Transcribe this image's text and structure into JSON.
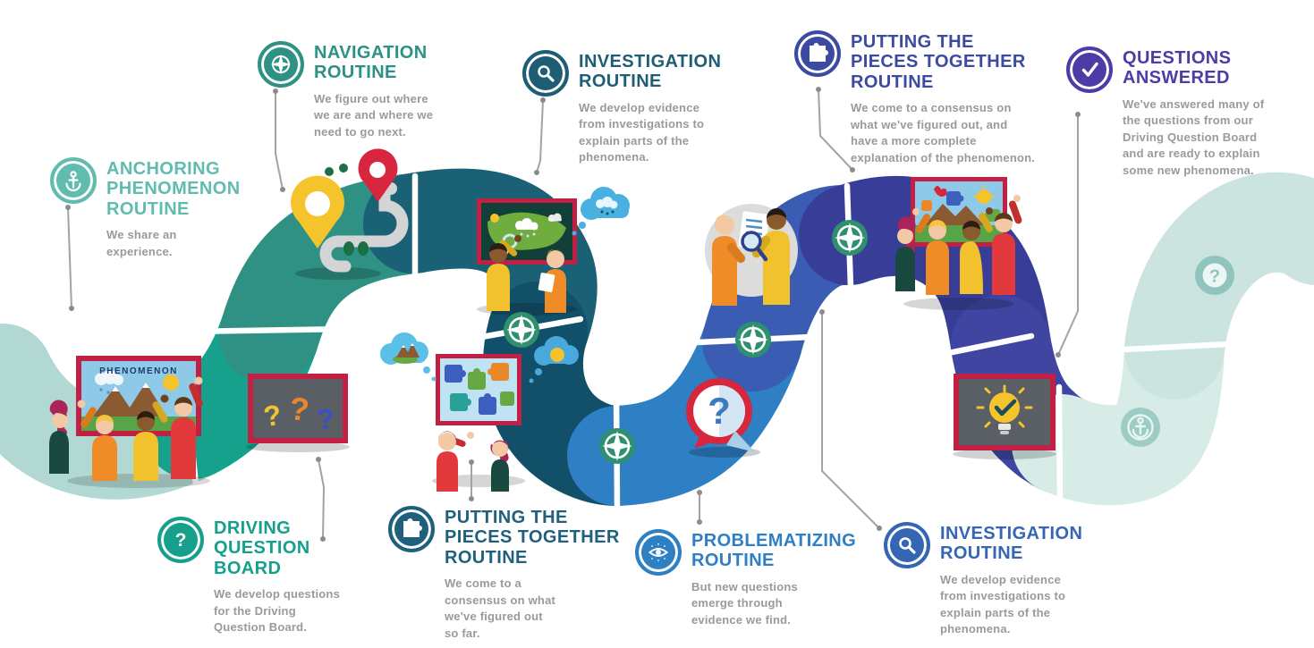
{
  "routines": [
    {
      "id": "anchoring-phenomenon",
      "title": "ANCHORING\nPHENOMENON\nROUTINE",
      "description": "We share an\nexperience.",
      "color": "#60bcae",
      "icon": "anchor-icon"
    },
    {
      "id": "navigation",
      "title": "NAVIGATION\nROUTINE",
      "description": "We figure out where\nwe are and where we\nneed to go next.",
      "color": "#2d9183",
      "icon": "compass-icon"
    },
    {
      "id": "investigation-top",
      "title": "INVESTIGATION\nROUTINE",
      "description": "We develop evidence\nfrom investigations to\nexplain parts of the\nphenomena.",
      "color": "#1d5e75",
      "icon": "magnifier-icon"
    },
    {
      "id": "putting-pieces-together-top",
      "title": "PUTTING THE\nPIECES TOGETHER\nROUTINE",
      "description": "We come to a consensus on\nwhat we've figured out, and\nhave a more complete\nexplanation of the phenomenon.",
      "color": "#3c4aa2",
      "icon": "puzzle-icon"
    },
    {
      "id": "questions-answered",
      "title": "QUESTIONS\nANSWERED",
      "description": "We've answered many of\nthe questions from our\nDriving Question Board\nand are ready to explain\nsome new phenomena.",
      "color": "#4c3da6",
      "icon": "check-icon"
    },
    {
      "id": "driving-question-board",
      "title": "DRIVING\nQUESTION\nBOARD",
      "description": "We develop questions\nfor the Driving\nQuestion Board.",
      "color": "#16a08c",
      "icon": "question-icon"
    },
    {
      "id": "putting-pieces-together-bottom",
      "title": "PUTTING THE\nPIECES TOGETHER\nROUTINE",
      "description": "We come to a\nconsensus on what\nwe've figured out\nso far.",
      "color": "#21607d",
      "icon": "puzzle-icon"
    },
    {
      "id": "problematizing",
      "title": "PROBLEMATIZING\nROUTINE",
      "description": "But new questions\nemerge through\nevidence we find.",
      "color": "#2e7fc4",
      "icon": "eye-icon"
    },
    {
      "id": "investigation-bottom",
      "title": "INVESTIGATION\nROUTINE",
      "description": "We develop evidence\nfrom investigations to\nexplain parts of the\nphenomena.",
      "color": "#3566b3",
      "icon": "magnifier-icon"
    }
  ],
  "glyphs": {
    "question": "?",
    "check": "✔",
    "anchor": "⚓"
  },
  "boards": {
    "phenomenon_label": "PHENOMENON",
    "question_marks": [
      "?",
      "?",
      "?"
    ]
  },
  "path": {
    "waypoint_icon": "compass-waypoint-icon",
    "waypoint_color": "#2f9070",
    "faded_question_color": "#8fc5bc",
    "faded_anchor_color": "#9cccc4",
    "board_frame_color": "#c21f45",
    "segments": [
      {
        "name": "start-pale",
        "color": "#b2d8d3"
      },
      {
        "name": "driving-question-valley",
        "color": "#16a18c"
      },
      {
        "name": "navigation-rise",
        "color": "#2e9184"
      },
      {
        "name": "investigation-crest",
        "color": "#1a6175"
      },
      {
        "name": "pieces-together-dip",
        "color": "#124f68"
      },
      {
        "name": "problematizing-valley",
        "color": "#2e7fc4"
      },
      {
        "name": "investigation-rise",
        "color": "#3a5cb2"
      },
      {
        "name": "pieces-together-crest",
        "color": "#383e97"
      },
      {
        "name": "questions-answered-dip",
        "color": "#3f45a0"
      },
      {
        "name": "next-anchor-valley",
        "color": "#d7ebe7"
      },
      {
        "name": "next-question-rise",
        "color": "#cbe4df"
      }
    ]
  }
}
